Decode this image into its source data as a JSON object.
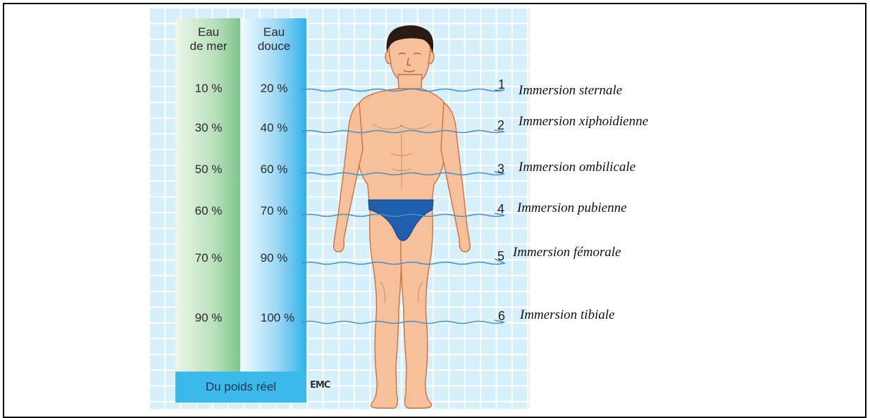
{
  "columns": {
    "sea": {
      "line1": "Eau",
      "line2": "de mer"
    },
    "fresh": {
      "line1": "Eau",
      "line2": "douce"
    }
  },
  "levels": [
    {
      "number": "1",
      "sea": "10 %",
      "fresh": "20 %",
      "label": "Immersion sternale"
    },
    {
      "number": "2",
      "sea": "30 %",
      "fresh": "40 %",
      "label": "Immersion xiphoidienne"
    },
    {
      "number": "3",
      "sea": "50 %",
      "fresh": "60 %",
      "label": "Immersion ombilicale"
    },
    {
      "number": "4",
      "sea": "60 %",
      "fresh": "70 %",
      "label": "Immersion pubienne"
    },
    {
      "number": "5",
      "sea": "70 %",
      "fresh": "90 %",
      "label": "Immersion fémorale"
    },
    {
      "number": "6",
      "sea": "90 %",
      "fresh": "100 %",
      "label": "Immersion tibiale"
    }
  ],
  "footer": {
    "label": "Du poids réel"
  },
  "logo": {
    "text": "EMC"
  },
  "colors": {
    "grid_bg": "#d6f0fb",
    "sea_column": "#7fc58e",
    "fresh_column": "#2fb0e8",
    "footer_box": "#3bb9ea",
    "skin": "#f6c19a",
    "swimsuit": "#1f5fae",
    "water_line": "#4a8fc6"
  },
  "icons": {
    "figure": "human-body-icon"
  }
}
